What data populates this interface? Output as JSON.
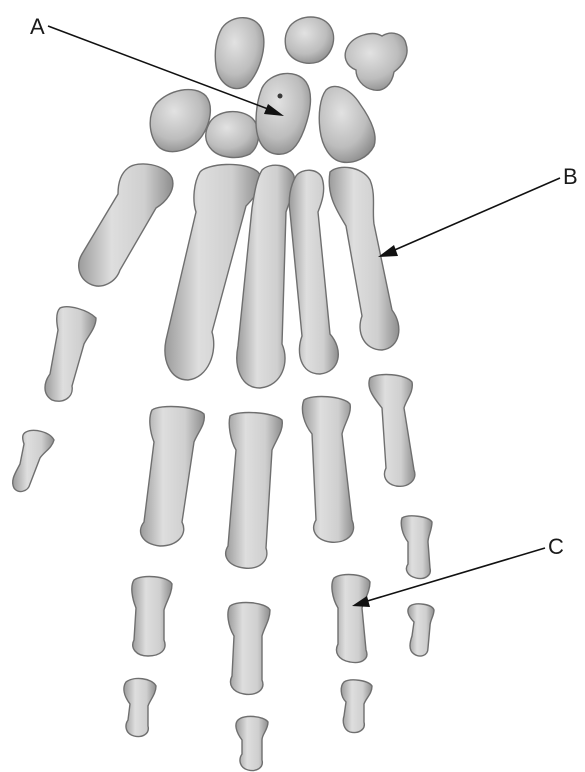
{
  "labels": {
    "a": "A",
    "b": "B",
    "c": "C"
  },
  "colors": {
    "bone_light": "#d9d9d9",
    "bone_mid": "#bcbcbc",
    "bone_shadow": "#8f8f8f",
    "line": "#111111"
  }
}
